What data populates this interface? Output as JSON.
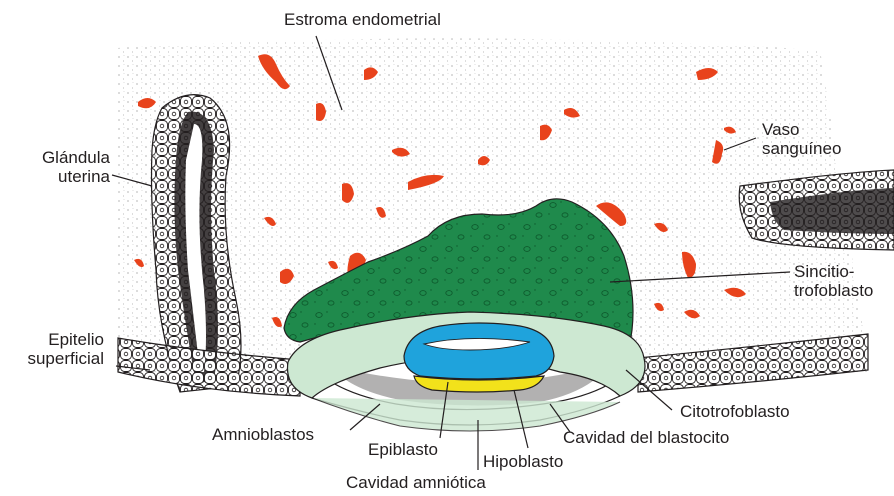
{
  "labels": {
    "estroma": "Estroma endometrial",
    "glandula_1": "Glándula",
    "glandula_2": "uterina",
    "vaso_1": "Vaso",
    "vaso_2": "sanguíneo",
    "sincitio_1": "Sincitio-",
    "sincitio_2": "trofoblasto",
    "epitelio_1": "Epitelio",
    "epitelio_2": "superficial",
    "citotrofoblasto": "Citotrofoblasto",
    "amnioblastos": "Amnioblastos",
    "cavidad_blastocito": "Cavidad del blastocito",
    "epiblasto": "Epiblasto",
    "hipoblasto": "Hipoblasto",
    "cavidad_amniotica": "Cavidad amniótica"
  },
  "colors": {
    "syncytiotrophoblast": "#1f8a4c",
    "cytotrophoblast": "#cde8d2",
    "epiblast": "#1fa3dc",
    "hypoblast": "#f2e21b",
    "blood_vessel": "#e8431c",
    "outline": "#231f20"
  }
}
